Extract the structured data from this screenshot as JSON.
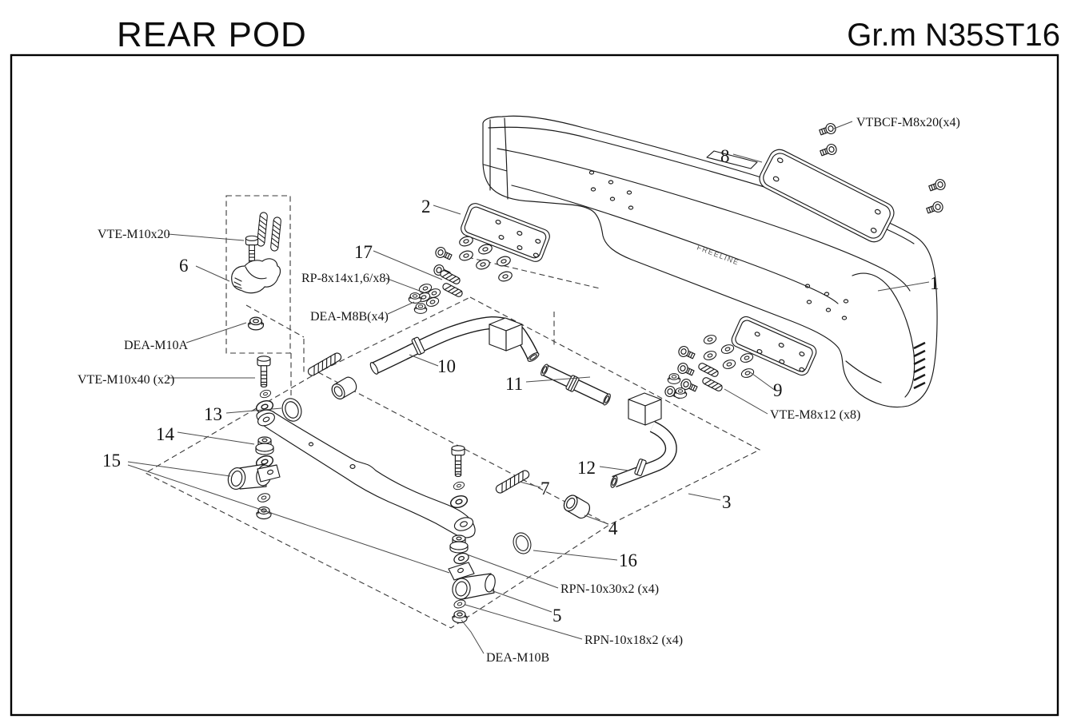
{
  "header": {
    "title": "REAR POD",
    "part_code": "Gr.m N35ST16"
  },
  "diagram": {
    "brand_text": "FREELINE",
    "callouts": [
      {
        "num": "1"
      },
      {
        "num": "2"
      },
      {
        "num": "3"
      },
      {
        "num": "4"
      },
      {
        "num": "5"
      },
      {
        "num": "6"
      },
      {
        "num": "7"
      },
      {
        "num": "8"
      },
      {
        "num": "9"
      },
      {
        "num": "10"
      },
      {
        "num": "11"
      },
      {
        "num": "12"
      },
      {
        "num": "13"
      },
      {
        "num": "14"
      },
      {
        "num": "15"
      },
      {
        "num": "16"
      },
      {
        "num": "17"
      }
    ],
    "part_labels": [
      {
        "id": "vte-m10x20",
        "text": "VTE-M10x20"
      },
      {
        "id": "dea-m10a",
        "text": "DEA-M10A"
      },
      {
        "id": "vte-m10x40",
        "text": "VTE-M10x40 (x2)"
      },
      {
        "id": "rp-8x14",
        "text": "RP-8x14x1,6/x8)"
      },
      {
        "id": "dea-m8b",
        "text": "DEA-M8B(x4)"
      },
      {
        "id": "vtbcf-m8x20",
        "text": "VTBCF-M8x20(x4)"
      },
      {
        "id": "vte-m8x12",
        "text": "VTE-M8x12 (x8)"
      },
      {
        "id": "rpn-10x30x2",
        "text": "RPN-10x30x2 (x4)"
      },
      {
        "id": "rpn-10x18x2",
        "text": "RPN-10x18x2 (x4)"
      },
      {
        "id": "dea-m10b",
        "text": "DEA-M10B"
      }
    ],
    "colors": {
      "ink": "#1a1a1a",
      "leader": "#4a4a4a",
      "background": "#ffffff"
    }
  }
}
